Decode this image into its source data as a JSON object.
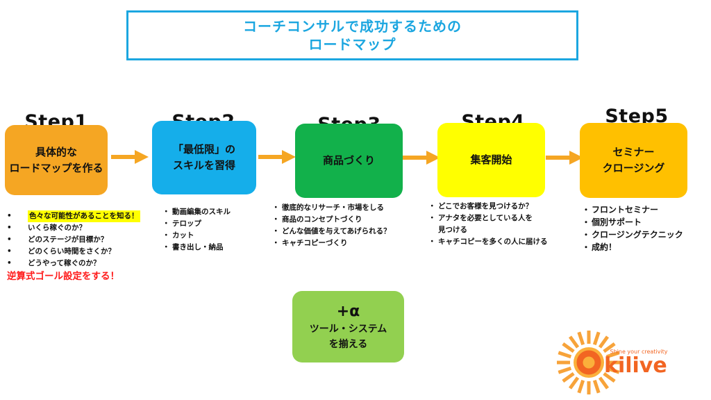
{
  "title": {
    "line1": "コーチコンサルで成功するための",
    "line2": "ロードマップ",
    "color": "#1ba6e0"
  },
  "steps": [
    {
      "label": "Step1",
      "lines": [
        "具体的な",
        "ロードマップを作る"
      ],
      "color": "#f5a623",
      "bullets": [
        "色々な可能性があることを知る！",
        "いくら稼ぐのか？",
        "どのステージが目標か？",
        "どのくらい時間をさくか？",
        "どうやって稼ぐのか？"
      ],
      "highlight_index": 0,
      "highlight_color": "#ffff00",
      "goal": "逆算式ゴール設定をする！",
      "goal_color": "#ff1a1a"
    },
    {
      "label": "Step2",
      "lines": [
        "「最低限」の",
        "スキルを習得"
      ],
      "color": "#15aeea",
      "bullets": [
        "動画編集のスキル",
        "テロップ",
        "カット",
        "書き出し・納品"
      ]
    },
    {
      "label": "Step3",
      "lines": [
        "商品づくり"
      ],
      "color": "#12b14b",
      "bullets": [
        "徹底的なリサーチ・市場をしる",
        "商品のコンセプトづくり",
        "どんな価値を与えてあげられる？",
        "キャチコピーづくり"
      ]
    },
    {
      "label": "Step4",
      "lines": [
        "集客開始"
      ],
      "color": "#ffff00",
      "bullets": [
        "どこでお客様を見つけるか？",
        "アナタを必要としている人を",
        "見つける",
        "キャチコピーを多くの人に届ける"
      ],
      "continuation_index": 2
    },
    {
      "label": "Step5",
      "lines": [
        "セミナー",
        "クロージング"
      ],
      "color": "#ffc000",
      "bullets": [
        "フロントセミナー",
        "個別サポート",
        "クロージングテクニック",
        "成約！"
      ]
    }
  ],
  "arrow_color": "#f5a623",
  "bullet_marker": "・",
  "bullet_marker_step1": "•",
  "extra": {
    "title": "+α",
    "lines": [
      "ツール・システム",
      "を揃える"
    ],
    "color": "#92d050"
  },
  "logo": {
    "name": "Okilive",
    "tagline": "Shine your creativity",
    "sun_color": "#f7a33a",
    "text_color": "#f26522"
  }
}
